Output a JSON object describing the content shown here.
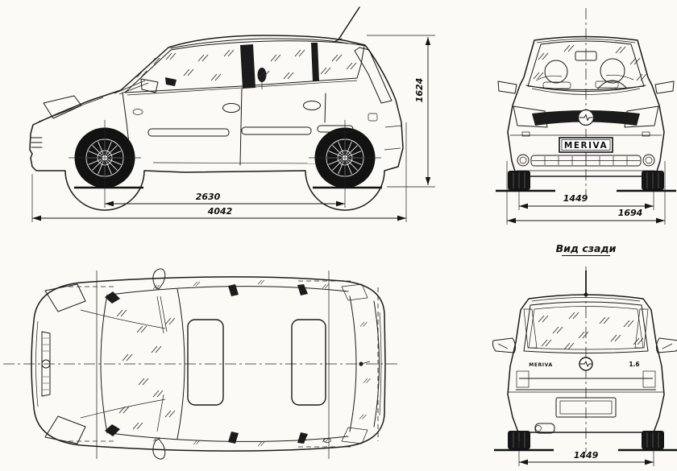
{
  "colors": {
    "background": "#fbfaf6",
    "ink": "#1b1b1b"
  },
  "side_view": {
    "dim_height_mm": "1624",
    "dim_wheelbase_mm": "2630",
    "dim_length_mm": "4042"
  },
  "front_view": {
    "dim_track_mm": "1449",
    "dim_width_mm": "1694",
    "license_plate": "MERIVA"
  },
  "rear_view": {
    "caption": "Вид сзади",
    "badge_model": "MERIVA",
    "badge_engine": "1.6",
    "dim_track_mm": "1449"
  }
}
